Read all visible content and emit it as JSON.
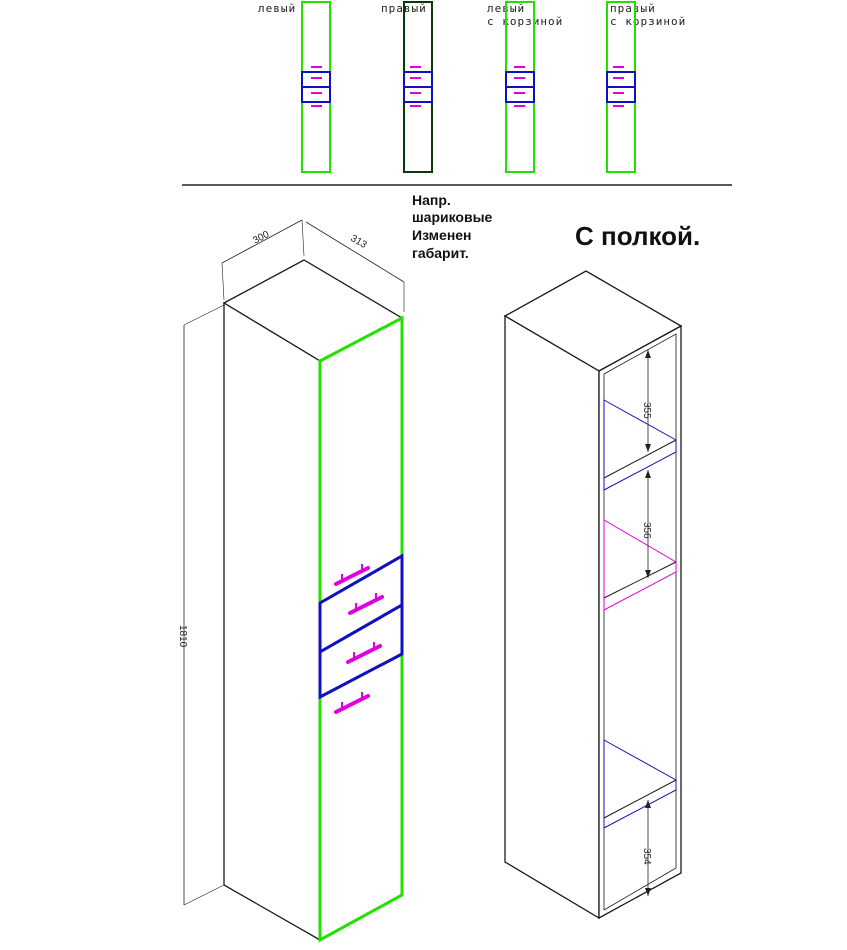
{
  "variants": [
    {
      "label_line1": "левый",
      "label_line2": ""
    },
    {
      "label_line1": "правый",
      "label_line2": ""
    },
    {
      "label_line1": "левый",
      "label_line2": "с корзиной"
    },
    {
      "label_line1": "правый",
      "label_line2": "с корзиной"
    }
  ],
  "notes": {
    "line1": "Напр.",
    "line2": "шариковые",
    "line3": "Изменен",
    "line4": "габарит."
  },
  "shelf_title": "С полкой.",
  "dimensions": {
    "depth": "300",
    "width": "313",
    "height": "1810",
    "shelf_top": "355",
    "shelf_middle": "356",
    "shelf_bottom": "354"
  },
  "colors": {
    "outline": "#1a1a1a",
    "door": "#22e000",
    "drawer": "#1010c0",
    "handle": "#e000e0",
    "right_door": "#0a3a0a"
  }
}
